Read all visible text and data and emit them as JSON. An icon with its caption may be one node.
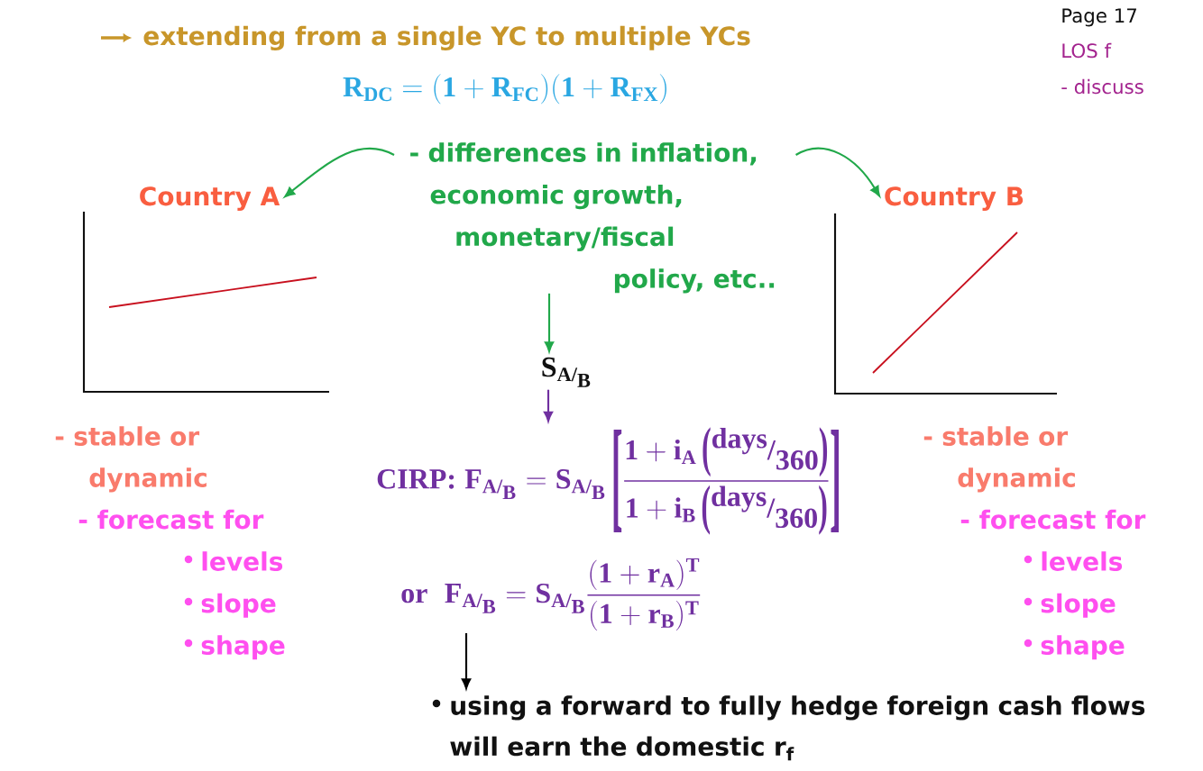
{
  "diagram": {
    "nodes": [
      {
        "text": [
          "- differences in inflation, economic growth, monetary/fiscal policy, etc.."
        ]
      },
      {
        "text": [
          "Country A"
        ]
      },
      {
        "text": [
          "Country B"
        ]
      },
      {
        "text": [
          "\\mathbf{S}_{\\mathbf{A}\\textbf{/}_{\\scriptstyle\\mathbf{B}}}"
        ]
      },
      {
        "text": [
          "\\textbf{CIRP:}\\;\\mathbf{F}_{\\mathbf{A}\\textbf{/}_{\\scriptstyle\\mathbf{B}}}=\\mathbf{S}_{\\mathbf{A}\\textbf{/}_{\\scriptstyle\\mathbf{B}}}\\,\\vcenter{\\hbox{\\scalebox{1.2}[4.3]{[}}}\\frac{\\mathbf{1}+\\mathbf{i}_{\\mathbf{A}}\\,\\vcenter{\\hbox{\\scalebox{1}[1.9]{(}}}\\raisebox{0.4em}{\\textbf{days}}\\textbf{/}\\raisebox{-0.35em}{\\textbf{360}}\\vcenter{\\hbox{\\scalebox{1}[1.9]{)}}}}{\\mathbf{1}+\\mathbf{i}_{\\mathbf{B}}\\,\\vcenter{\\hbox{\\scalebox{1}[1.9]{(}}}\\raisebox{0.4em}{\\textbf{days}}\\textbf{/}\\raisebox{-0.35em}{\\textbf{360}}\\vcenter{\\hbox{\\scalebox{1}[1.9]{)}}}}\\vcenter{\\hbox{\\scalebox{1.2}[4.3]{]}}}"
        ]
      },
      {
        "text": [
          "\\textbf{or}\\;\\;\\mathbf{F}_{\\mathbf{A}\\textbf{/}_{\\scriptstyle\\mathbf{B}}}=\\mathbf{S}_{\\mathbf{A}\\textbf{/}_{\\scriptstyle\\mathbf{B}}}\\frac{(\\mathbf{1}+\\mathbf{r}_{\\mathbf{A}})^{\\mathbf{T}}}{(\\mathbf{1}+\\mathbf{r}_{\\mathbf{B}})^{\\mathbf{T}}}"
        ]
      },
      {
        "text": [
          "using a forward to fully hedge foreign cash flows will earn the domestic r$_{f}$"
        ]
      }
    ],
    "edges": [
      {
        "from": 0,
        "to": 1,
        "arrow": "to"
      },
      {
        "from": 0,
        "to": 2,
        "arrow": "to"
      },
      {
        "from": 0,
        "to": 3,
        "arrow": "to"
      },
      {
        "from": 3,
        "to": 4,
        "arrow": "to",
        "color": "#7030a0"
      },
      {
        "from": 5,
        "to": 6,
        "arrow": "to",
        "color": "#000000"
      }
    ],
    "labels": [
      "extending from a single YC to multiple YCs",
      "Page 17",
      "LOS f",
      "\\mathbf{R}_{\\mathbf{DC}}=(\\mathbf{1}+\\mathbf{R}_{\\mathbf{FC}})(\\mathbf{1}+\\mathbf{R}_{\\mathbf{FX}})",
      "- discuss",
      "- stable or dynamic",
      "- forecast for",
      "levels",
      "slope",
      "shape",
      "- stable or dynamic",
      "- forecast for",
      "levels",
      "slope",
      "shape"
    ]
  }
}
